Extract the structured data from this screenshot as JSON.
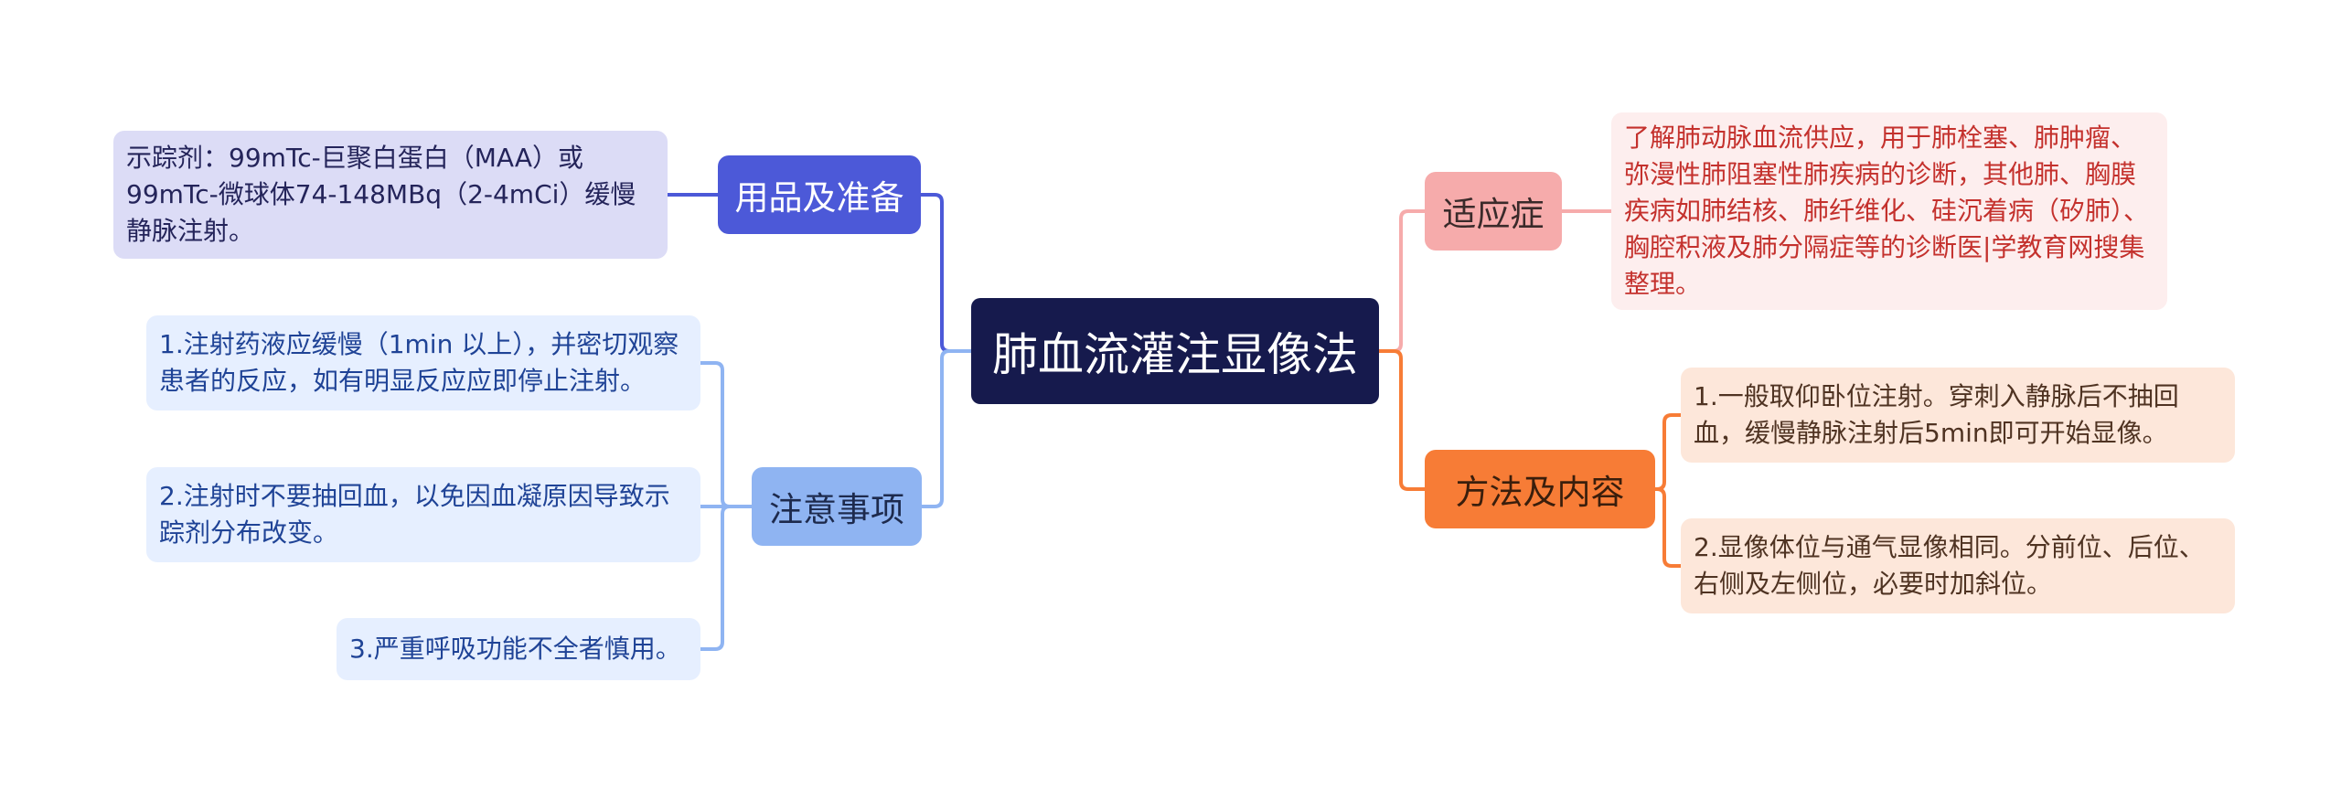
{
  "root": {
    "label": "肺血流灌注显像法"
  },
  "branches": {
    "supplies": {
      "label": "用品及准备",
      "color": "#4c59d8",
      "items": [
        {
          "text": "示踪剂：99mTc-巨聚白蛋白（MAA）或99mTc-微球体74-148MBq（2-4mCi）缓慢静脉注射。"
        }
      ]
    },
    "notes": {
      "label": "注意事项",
      "color": "#8fb4f2",
      "items": [
        {
          "text": "1.注射药液应缓慢（1min 以上），并密切观察患者的反应，如有明显反应应即停止注射。"
        },
        {
          "text": "2.注射时不要抽回血，以免因血凝原因导致示踪剂分布改变。"
        },
        {
          "text": "3.严重呼吸功能不全者慎用。"
        }
      ]
    },
    "indication": {
      "label": "适应症",
      "color": "#f6abab",
      "items": [
        {
          "text": "了解肺动脉血流供应，用于肺栓塞、肺肿瘤、弥漫性肺阻塞性肺疾病的诊断，其他肺、胸膜疾病如肺结核、肺纤维化、硅沉着病（矽肺）、胸腔积液及肺分隔症等的诊断医|学教育网搜集整理。"
        }
      ]
    },
    "method": {
      "label": "方法及内容",
      "color": "#f77c36",
      "items": [
        {
          "text": "1.一般取仰卧位注射。穿刺入静脉后不抽回血，缓慢静脉注射后5min即可开始显像。"
        },
        {
          "text": "2.显像体位与通气显像相同。分前位、后位、右侧及左侧位，必要时加斜位。"
        }
      ]
    }
  }
}
